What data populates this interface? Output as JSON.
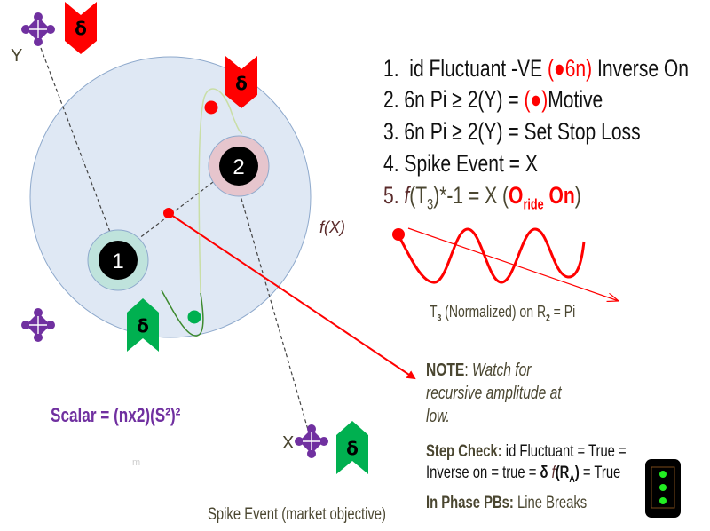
{
  "colors": {
    "big_circle_fill": "#dfe8f4",
    "big_circle_stroke": "#8ea9cc",
    "node1_ring": "#bfe3dc",
    "node2_ring": "#e6c5cd",
    "node_core": "#000000",
    "red": "#ff0000",
    "green": "#00b050",
    "purple": "#7030a0",
    "dark_olive": "#4a4630",
    "light_green_curve": "#c9dea6",
    "dark_green_curve": "#3d8a2e",
    "traffic_light_bg": "#000000",
    "traffic_light_border": "#7a4a1a",
    "traffic_light_dot": "#22ee22"
  },
  "labels": {
    "y_axis": "Y",
    "x_axis": "X",
    "fx": "f(X)",
    "node1": "1",
    "node2": "2",
    "delta": "δ",
    "scalar": "Scalar = (nx2)(S²)²",
    "spike_event": "Spike Event (market objective)",
    "faint_mark": "m"
  },
  "rules": [
    {
      "num": "1.",
      "pre": "id Fluctuant -VE ",
      "red": "(●6n)",
      "post": " Inverse On"
    },
    {
      "num": "2.",
      "pre": "6n Pi ≥ 2(Y) = ",
      "red": "(●)",
      "post": "Motive"
    },
    {
      "num": "3.",
      "pre": "6n Pi ≥ 2(Y) = Set Stop Loss"
    },
    {
      "num": "4.",
      "pre": "Spike Event = X"
    },
    {
      "num": "5.",
      "f": "f",
      "t": "(T",
      "t_sub": "3",
      "rest": ")*-1 = X (",
      "o1": "O",
      "o1_sub": "ride",
      "o2": " On",
      "close": ")"
    }
  ],
  "wave_caption": {
    "t": "T",
    "t_sub": "3",
    "mid": " (Normalized)  on R",
    "r_sub": "2",
    "end": " = Pi"
  },
  "note": {
    "label": "NOTE",
    "colon": ": ",
    "line1": "Watch for",
    "line2": "recursive amplitude at",
    "line3": "low."
  },
  "step_check": {
    "label": "Step Check:",
    "line1": " id Fluctuant  = True =",
    "line2_a": "Inverse on = true = ",
    "delta": "δ",
    "f": " f",
    "r": "(R",
    "r_sub": "A",
    "r_close": ")",
    "line2_b": " = True"
  },
  "in_phase": {
    "label": "In Phase PBs:",
    "value": " Line Breaks"
  },
  "traffic_light": {
    "lights_on": 3,
    "light_color": "green"
  }
}
